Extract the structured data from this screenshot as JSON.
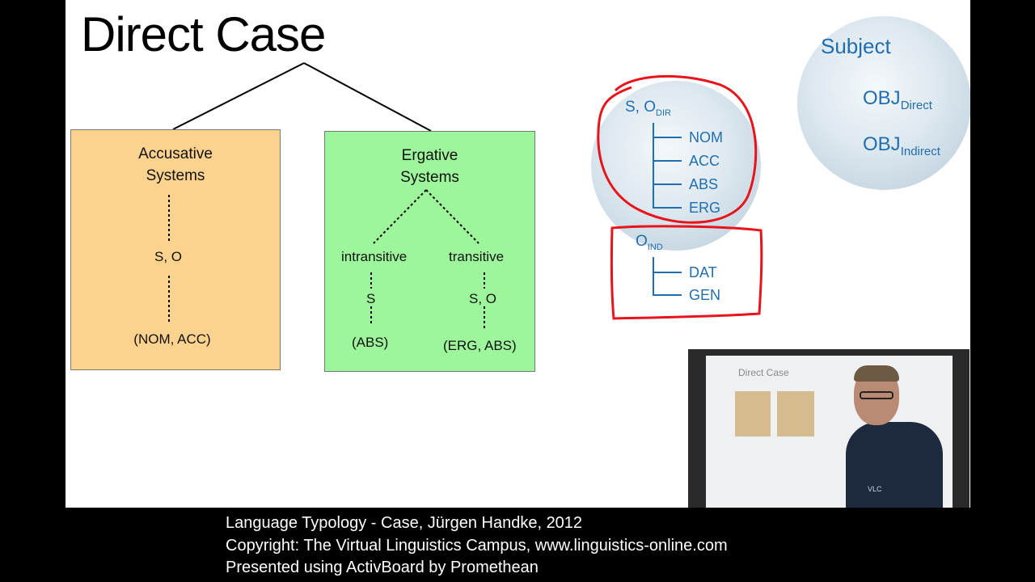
{
  "slide": {
    "title": "Direct Case",
    "accusative": {
      "heading_line1": "Accusative",
      "heading_line2": "Systems",
      "args": "S, O",
      "cases": "(NOM, ACC)"
    },
    "ergative": {
      "heading_line1": "Ergative",
      "heading_line2": "Systems",
      "intransitive": "intransitive",
      "transitive": "transitive",
      "intr_arg": "S",
      "tr_args": "S, O",
      "intr_cases": "(ABS)",
      "tr_cases": "(ERG, ABS)"
    },
    "direct_group": {
      "label": "S, O",
      "label_sub": "DIR",
      "cases": [
        "NOM",
        "ACC",
        "ABS",
        "ERG"
      ]
    },
    "indirect_group": {
      "label": "O",
      "label_sub": "IND",
      "cases": [
        "DAT",
        "GEN"
      ]
    },
    "globe_labels": {
      "subject": "Subject",
      "obj": "OBJ",
      "direct_sub": "Direct",
      "indirect_sub": "Indirect"
    },
    "annotation_color": "#e8141b",
    "accusative_color": "#fcd28f",
    "ergative_color": "#9ef69c",
    "globe_text_color": "#1f6fb0"
  },
  "video_inset": {
    "board_title": "Direct Case",
    "logo": "VLC"
  },
  "caption": [
    "Language Typology - Case, Jürgen Handke, 2012",
    "Copyright: The Virtual Linguistics Campus, www.linguistics-online.com",
    "Presented using ActivBoard by Promethean"
  ]
}
